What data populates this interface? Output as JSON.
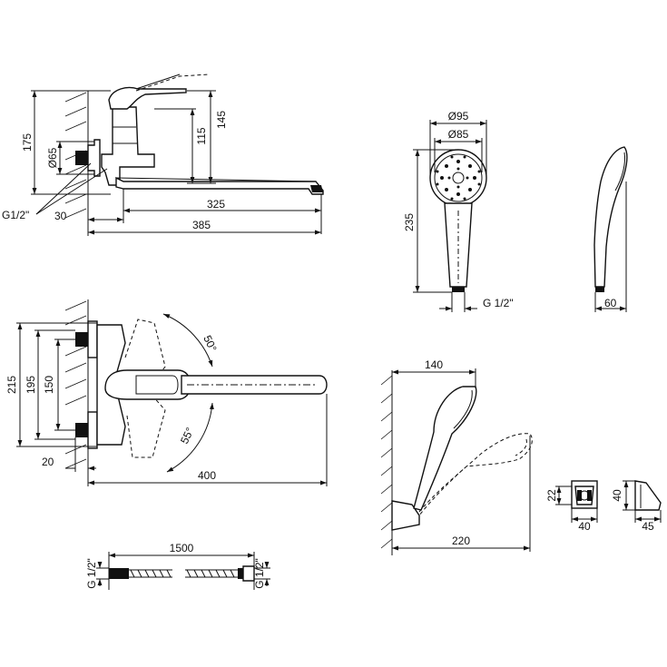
{
  "side_view": {
    "height_total": "175",
    "height_upper": "145",
    "height_lever": "115",
    "diameter": "Ø65",
    "thread": "G1/2\"",
    "offset": "30",
    "spout_reach": "325",
    "total_length": "385"
  },
  "hand_shower": {
    "outer_diameter": "Ø95",
    "inner_diameter": "Ø85",
    "length": "235",
    "thread": "G 1/2\"",
    "depth": "60"
  },
  "top_view": {
    "height_total": "215",
    "height_mid": "195",
    "centers": "150",
    "angle_up": "50°",
    "angle_down": "55°",
    "wall_offset": "20",
    "spout_length": "400"
  },
  "holder_view": {
    "projection": "140",
    "reach": "220"
  },
  "bracket": {
    "front_height": "22",
    "front_width": "40",
    "side_height": "40",
    "side_width": "45"
  },
  "hose": {
    "length": "1500",
    "thread_left": "G 1/2\"",
    "thread_right": "G 1/2\""
  }
}
